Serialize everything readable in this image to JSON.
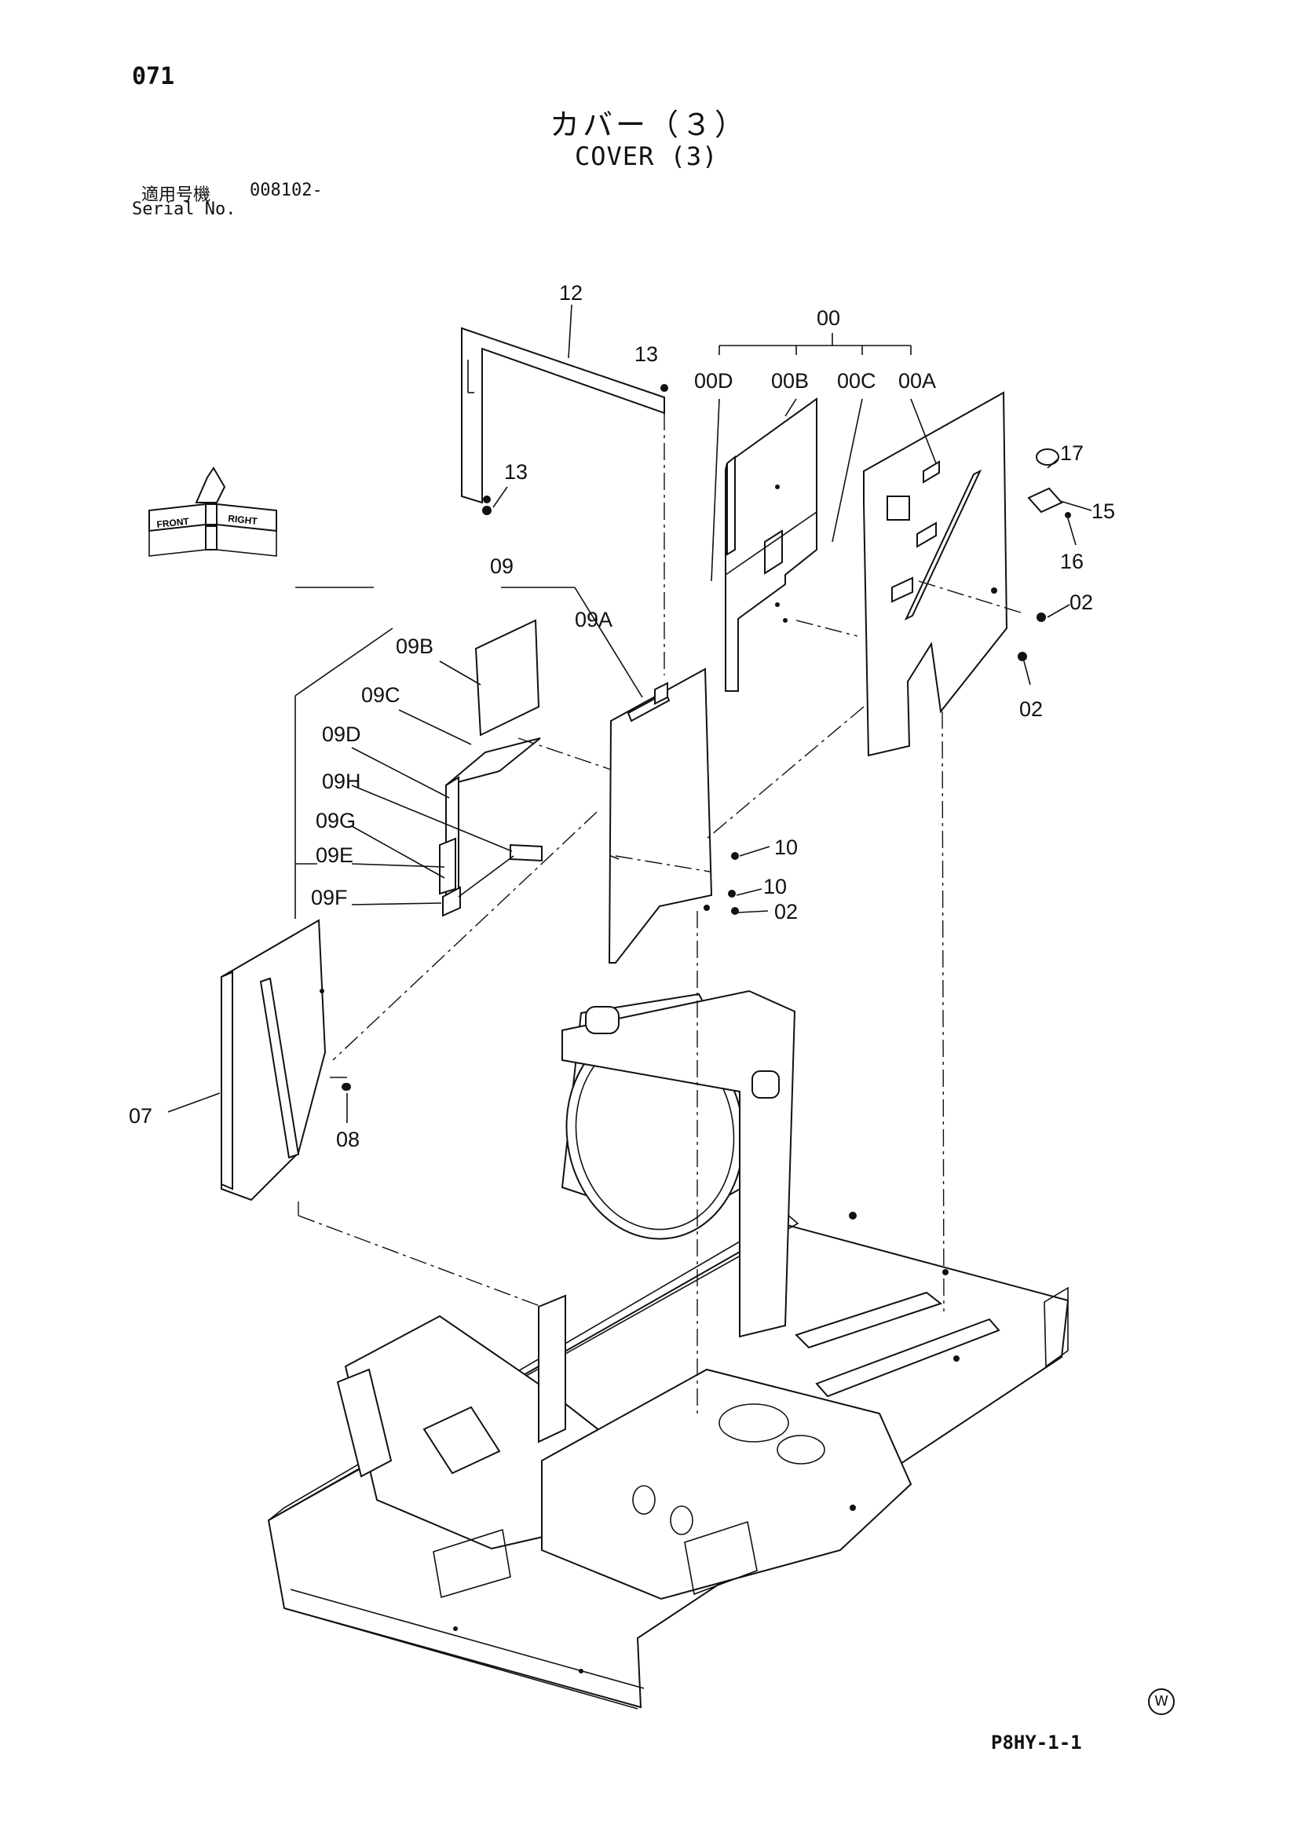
{
  "header": {
    "page_number": "071",
    "title_jp": "カバー（３）",
    "title_en": "COVER (3)",
    "serial_label_jp": "適用号機",
    "serial_value": "008102-",
    "serial_label_en": "Serial No."
  },
  "footer": {
    "doc_code": "P8HY-1-1",
    "mark": "W"
  },
  "orientation_icon": {
    "front_label": "FRONT",
    "right_label": "RIGHT"
  },
  "callouts": [
    {
      "id": "c12",
      "text": "12"
    },
    {
      "id": "c13a",
      "text": "13"
    },
    {
      "id": "c13b",
      "text": "13"
    },
    {
      "id": "c00",
      "text": "00"
    },
    {
      "id": "c00D",
      "text": "00D"
    },
    {
      "id": "c00B",
      "text": "00B"
    },
    {
      "id": "c00C",
      "text": "00C"
    },
    {
      "id": "c00A",
      "text": "00A"
    },
    {
      "id": "c17",
      "text": "17"
    },
    {
      "id": "c15",
      "text": "15"
    },
    {
      "id": "c16",
      "text": "16"
    },
    {
      "id": "c02a",
      "text": "02"
    },
    {
      "id": "c02b",
      "text": "02"
    },
    {
      "id": "c09",
      "text": "09"
    },
    {
      "id": "c09A",
      "text": "09A"
    },
    {
      "id": "c09B",
      "text": "09B"
    },
    {
      "id": "c09C",
      "text": "09C"
    },
    {
      "id": "c09D",
      "text": "09D"
    },
    {
      "id": "c09H",
      "text": "09H"
    },
    {
      "id": "c09G",
      "text": "09G"
    },
    {
      "id": "c09E",
      "text": "09E"
    },
    {
      "id": "c09F",
      "text": "09F"
    },
    {
      "id": "c10a",
      "text": "10"
    },
    {
      "id": "c10b",
      "text": "10"
    },
    {
      "id": "c02c",
      "text": "02"
    },
    {
      "id": "c07",
      "text": "07"
    },
    {
      "id": "c08",
      "text": "08"
    }
  ]
}
